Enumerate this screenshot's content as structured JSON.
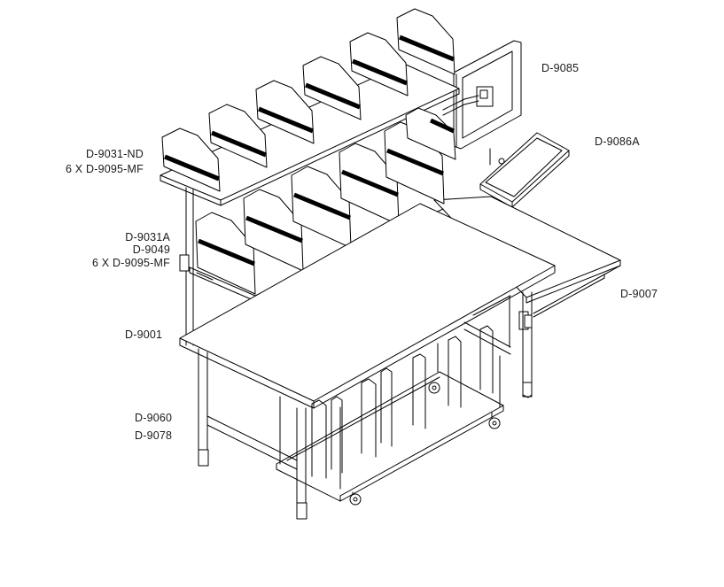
{
  "labels": {
    "d9085": "D-9085",
    "d9086a": "D-9086A",
    "d9031nd": "D-9031-ND",
    "mf_top": "6 X D-9095-MF",
    "d9031a": "D-9031A",
    "d9049": "D-9049",
    "mf_mid": "6 X D-9095-MF",
    "d9007": "D-9007",
    "d9001": "D-9001",
    "d9060": "D-9060",
    "d9078": "D-9078"
  }
}
